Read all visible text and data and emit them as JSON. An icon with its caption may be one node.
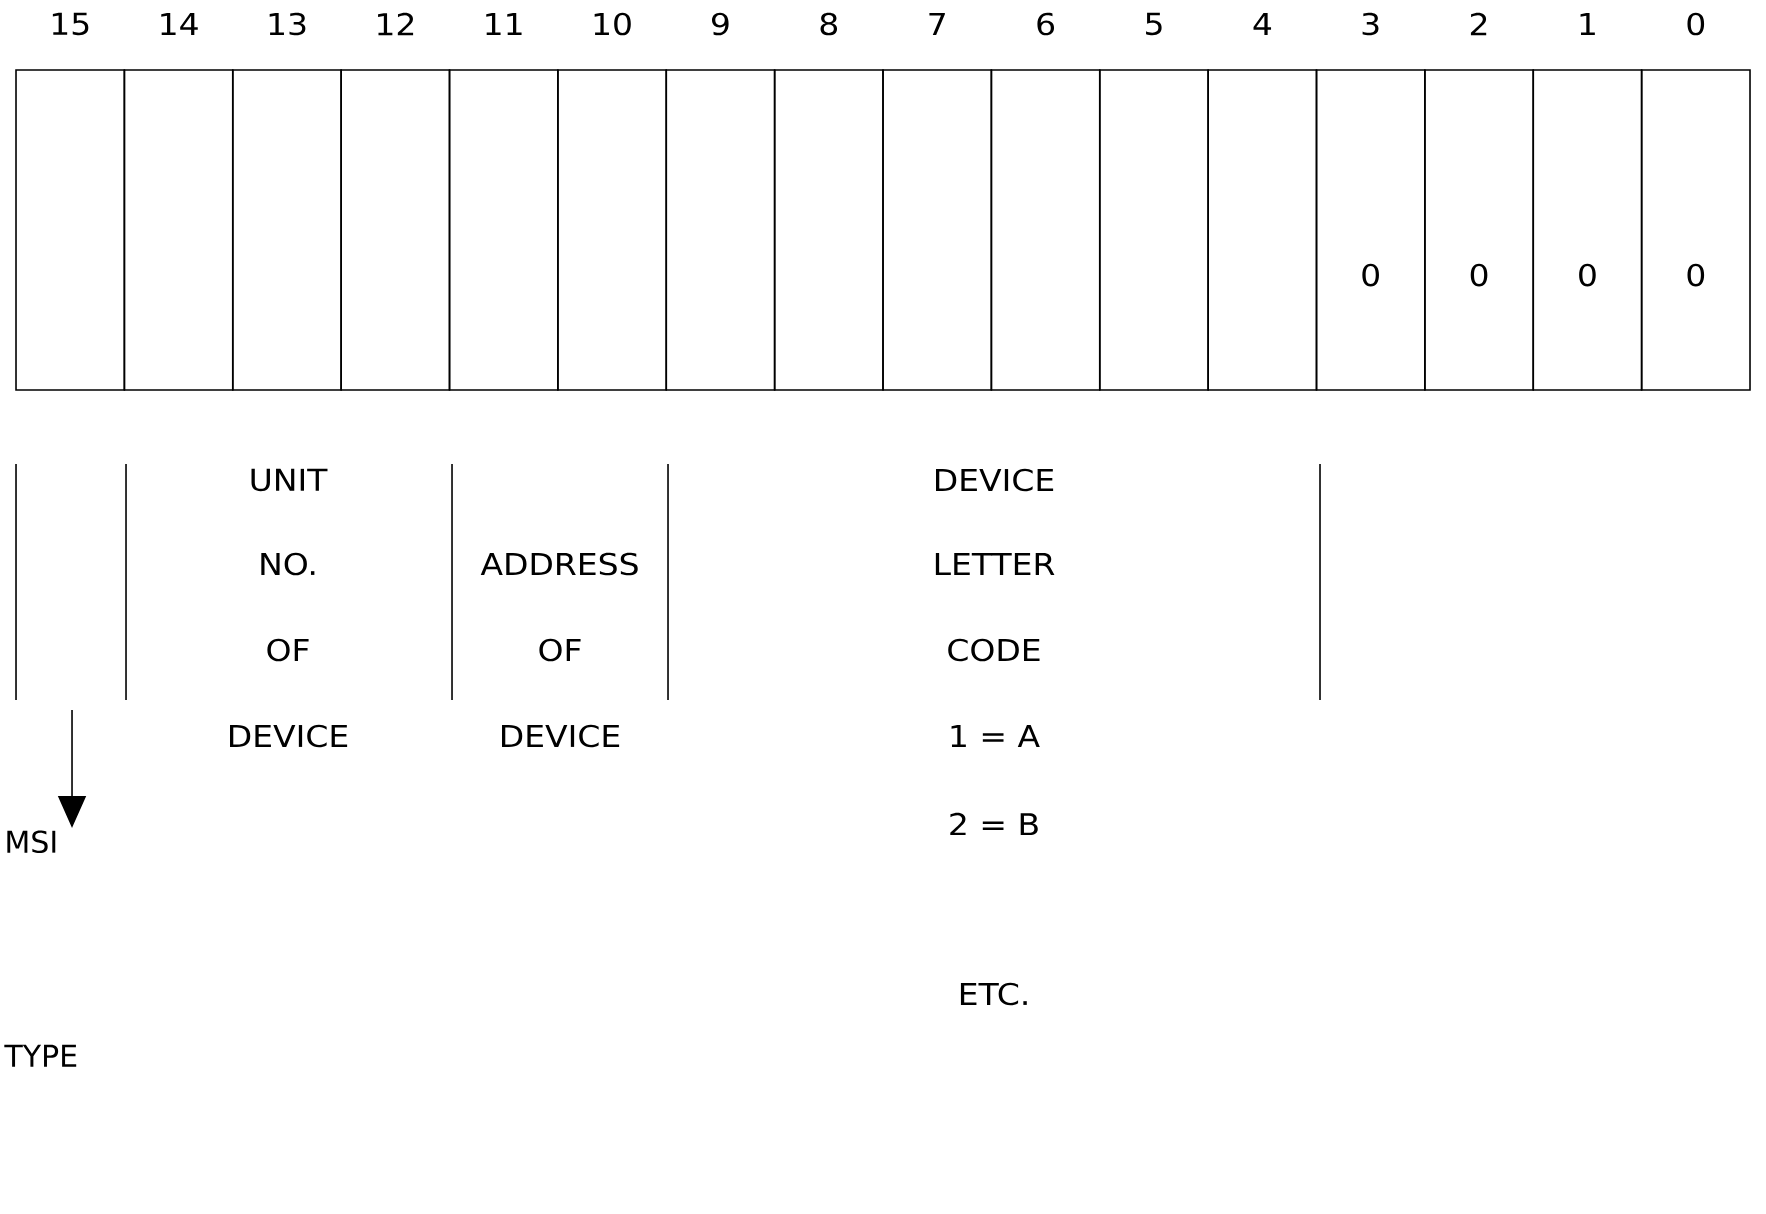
{
  "diagram": {
    "nodes": [
      {
        "text": [],
        "shape": "box"
      },
      {
        "text": [],
        "shape": "box"
      },
      {
        "text": [],
        "shape": "box"
      },
      {
        "text": [],
        "shape": "box"
      },
      {
        "text": [],
        "shape": "box"
      },
      {
        "text": [],
        "shape": "box"
      },
      {
        "text": [],
        "shape": "box"
      },
      {
        "text": [],
        "shape": "box"
      },
      {
        "text": [],
        "shape": "box"
      },
      {
        "text": [],
        "shape": "box"
      },
      {
        "text": [],
        "shape": "box"
      },
      {
        "text": [],
        "shape": "box"
      },
      {
        "text": [
          "0"
        ]
      },
      {
        "text": [
          "0"
        ]
      },
      {
        "text": [
          "0"
        ]
      },
      {
        "text": [
          "0"
        ]
      },
      {
        "text": [
          "MSI TYPE"
        ]
      }
    ],
    "edges": [
      {
        "from": null,
        "to": 16,
        "arrow": "to"
      }
    ],
    "labels": [
      "15",
      "14",
      "13",
      "12",
      "11",
      "10",
      "9",
      "8",
      "7",
      "6",
      "5",
      "4",
      "3",
      "2",
      "1",
      "0",
      "UNIT",
      "DEVICE",
      "NO.",
      "ADDRESS",
      "LETTER",
      "OF",
      "OF",
      "CODE",
      "DEVICE",
      "DEVICE",
      "1 = A",
      "2 = B",
      "ETC."
    ]
  }
}
